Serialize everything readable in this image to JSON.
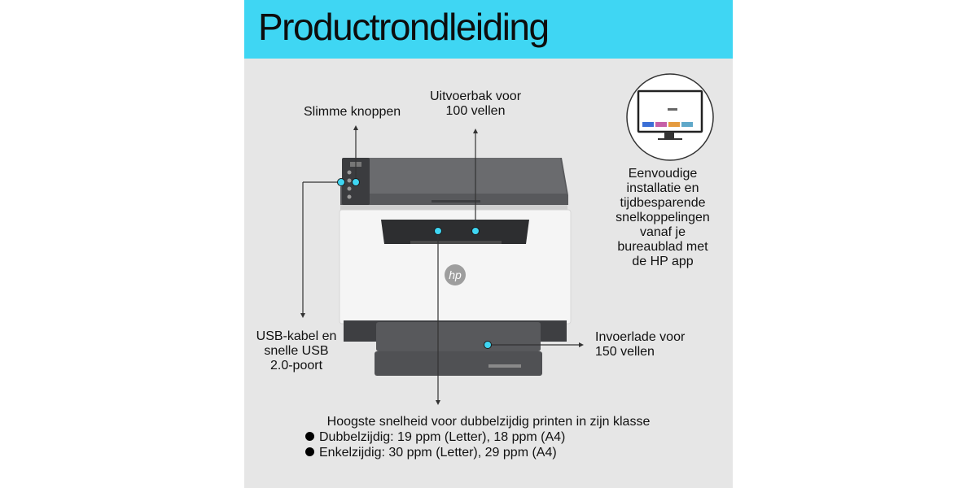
{
  "title": "Productrondleiding",
  "callouts": {
    "smart_buttons": "Slimme knoppen",
    "output_tray": [
      "Uitvoerbak voor",
      "100 vellen"
    ],
    "usb": [
      "USB-kabel en",
      "snelle USB",
      "2.0-poort"
    ],
    "input_tray": [
      "Invoerlade voor",
      "150 vellen"
    ],
    "app": [
      "Eenvoudige",
      "installatie en",
      "tijdbesparende",
      "snelkoppelingen",
      "vanaf je",
      "bureaublad met",
      "de HP app"
    ]
  },
  "bottom": {
    "heading": "Hoogste snelheid voor dubbelzijdig printen in zijn klasse",
    "bullets": [
      "Dubbelzijdig: 19 ppm (Letter), 18 ppm (A4)",
      "Enkelzijdig: 30 ppm (Letter), 29 ppm (A4)"
    ]
  },
  "logo_text": "hp",
  "colors": {
    "accent": "#3fd6f3",
    "panel": "#e6e6e6",
    "printer_body": "#f4f4f4",
    "printer_dark": "#4a4b4e"
  }
}
